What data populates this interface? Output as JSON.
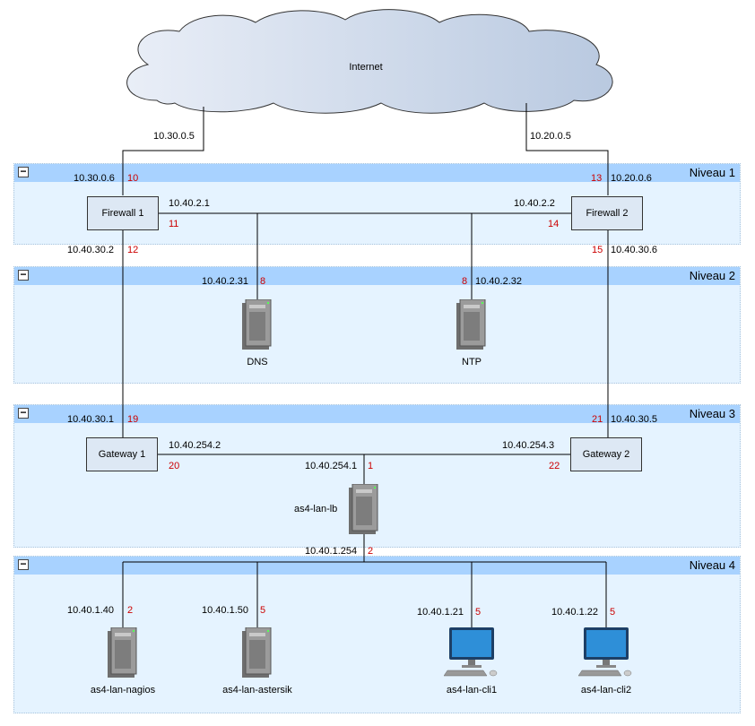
{
  "cloud": {
    "label": "Internet"
  },
  "levels": [
    {
      "title": "Niveau 1",
      "collapse": "−"
    },
    {
      "title": "Niveau 2",
      "collapse": "−"
    },
    {
      "title": "Niveau 3",
      "collapse": "−"
    },
    {
      "title": "Niveau 4",
      "collapse": "−"
    }
  ],
  "devices": {
    "firewall1": "Firewall 1",
    "firewall2": "Firewall 2",
    "gateway1": "Gateway 1",
    "gateway2": "Gateway 2",
    "dns": "DNS",
    "ntp": "NTP",
    "lb": "as4-lan-lb",
    "nagios": "as4-lan-nagios",
    "astersik": "as4-lan-astersik",
    "cli1": "as4-lan-cli1",
    "cli2": "as4-lan-cli2"
  },
  "addresses": {
    "inet_left": "10.30.0.5",
    "inet_right": "10.20.0.5",
    "fw1_up": "10.30.0.6",
    "fw2_up": "10.20.0.6",
    "fw1_lan": "10.40.2.1",
    "fw2_lan": "10.40.2.2",
    "fw1_down": "10.40.30.2",
    "fw2_down": "10.40.30.6",
    "dns": "10.40.2.31",
    "ntp": "10.40.2.32",
    "gw1_up": "10.40.30.1",
    "gw2_up": "10.40.30.5",
    "gw1_lan": "10.40.254.2",
    "gw2_lan": "10.40.254.3",
    "lb_up": "10.40.254.1",
    "lb_down": "10.40.1.254",
    "nagios": "10.40.1.40",
    "astersik": "10.40.1.50",
    "cli1": "10.40.1.21",
    "cli2": "10.40.1.22"
  },
  "ports": {
    "fw1_up": "10",
    "fw1_lan": "11",
    "fw1_down": "12",
    "fw2_up": "13",
    "fw2_lan": "14",
    "fw2_down": "15",
    "dns": "8",
    "ntp": "8",
    "gw1_up": "19",
    "gw1_lan": "20",
    "gw2_up": "21",
    "gw2_lan": "22",
    "lb_up": "1",
    "lb_down": "2",
    "nagios": "2",
    "astersik": "5",
    "cli1": "5",
    "cli2": "5"
  },
  "colors": {
    "level_bg": "#e5f3ff",
    "level_bar": "#a8d2ff",
    "port": "#cc0000",
    "box": "#dde8f4"
  }
}
